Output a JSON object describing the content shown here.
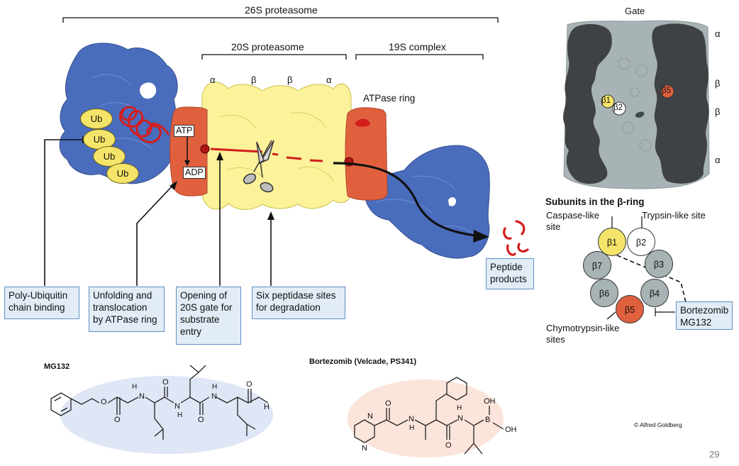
{
  "top": {
    "label_26s": "26S proteasome",
    "label_20s": "20S proteasome",
    "label_19s": "19S complex"
  },
  "ring_letters": [
    "α",
    "β",
    "β",
    "α"
  ],
  "atpase_ring": "ATPase ring",
  "atp": "ATP",
  "adp": "ADP",
  "ub_labels": [
    "Ub",
    "Ub",
    "Ub",
    "Ub"
  ],
  "callouts": {
    "poly_ub": "Poly-Ubiquitin\nchain binding",
    "unfolding": "Unfolding and\ntranslocation\nby ATPase ring",
    "opening": "Opening of\n20S gate for\nsubstrate\nentry",
    "six_sites": "Six peptidase sites\nfor degradation",
    "peptide": "Peptide\nproducts"
  },
  "gate_panel": {
    "title": "Gate",
    "side_letters": [
      "α",
      "β",
      "β",
      "α"
    ],
    "b1": "β1",
    "b2": "β2",
    "b5": "β5"
  },
  "subunits": {
    "title": "Subunits in the β-ring",
    "caspase": "Caspase-like\nsite",
    "trypsin": "Trypsin-like site",
    "chymo": "Chymotrypsin-like\nsites",
    "inhibitor": "Bortezomib\nMG132",
    "ring": [
      "β1",
      "β2",
      "β3",
      "β4",
      "β5",
      "β6",
      "β7"
    ]
  },
  "mg132": {
    "title": "MG132",
    "atoms": [
      "O",
      "O",
      "H",
      "N",
      "O",
      "N",
      "H",
      "H",
      "N",
      "O",
      "O",
      "H"
    ]
  },
  "bortezomib": {
    "title": "Bortezomib (Velcade, PS341)",
    "atoms": [
      "N",
      "N",
      "O",
      "N",
      "H",
      "H",
      "N",
      "O",
      "B",
      "OH",
      "OH"
    ]
  },
  "credit": "© Alfred Goldberg",
  "page_number": "29",
  "colors": {
    "blue_cap": "#4a6cbc",
    "core_yellow": "#fbf29a",
    "atpase_red": "#e0603e",
    "ub_yellow": "#f5e46a",
    "callout_bg": "#e2ecf6",
    "callout_border": "#5f8fc4",
    "gate_dark": "#3f4244",
    "gate_light": "#a8b3b5"
  }
}
